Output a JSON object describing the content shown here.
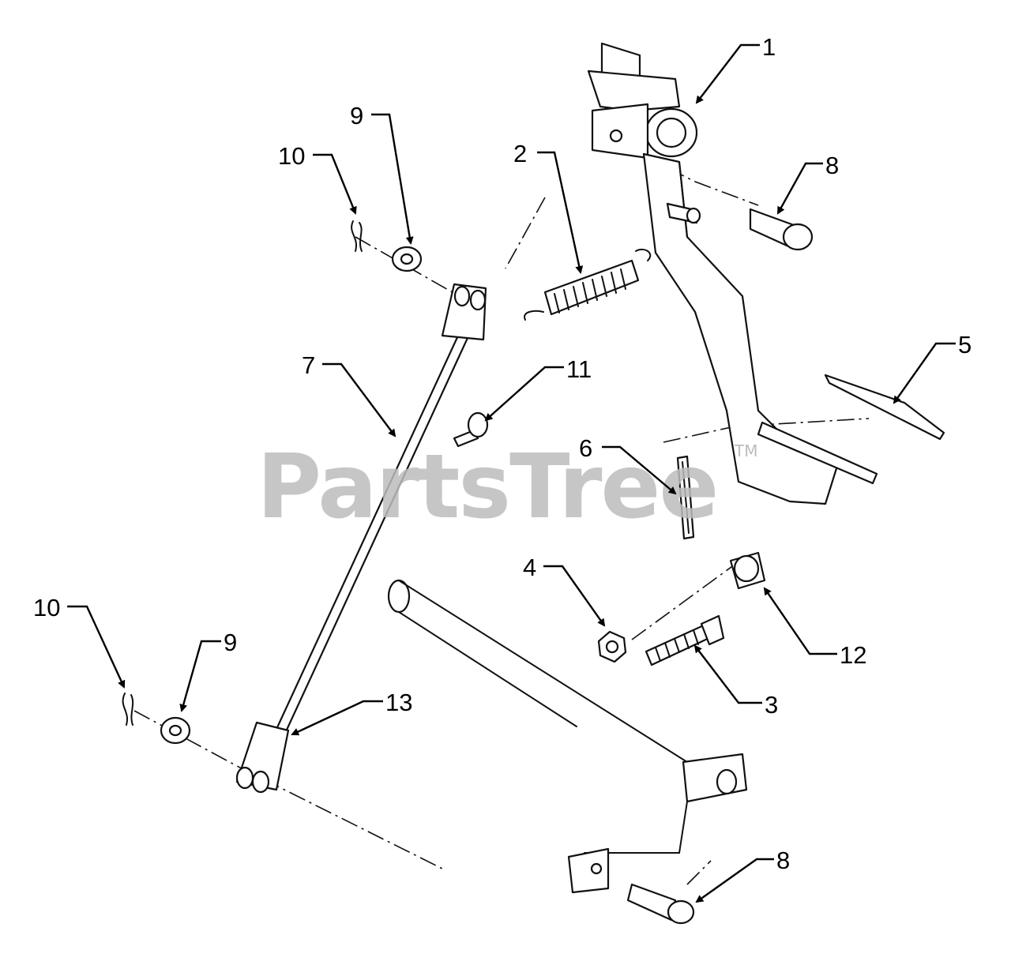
{
  "watermark": {
    "text": "PartsTree",
    "mark": "TM"
  },
  "callouts": [
    {
      "id": "c1",
      "label": "1"
    },
    {
      "id": "c2",
      "label": "2"
    },
    {
      "id": "c3",
      "label": "3"
    },
    {
      "id": "c4",
      "label": "4"
    },
    {
      "id": "c5",
      "label": "5"
    },
    {
      "id": "c6",
      "label": "6"
    },
    {
      "id": "c7",
      "label": "7"
    },
    {
      "id": "c8a",
      "label": "8"
    },
    {
      "id": "c8b",
      "label": "8"
    },
    {
      "id": "c9a",
      "label": "9"
    },
    {
      "id": "c9b",
      "label": "9"
    },
    {
      "id": "c10a",
      "label": "10"
    },
    {
      "id": "c10b",
      "label": "10"
    },
    {
      "id": "c11",
      "label": "11"
    },
    {
      "id": "c12",
      "label": "12"
    },
    {
      "id": "c13",
      "label": "13"
    }
  ]
}
